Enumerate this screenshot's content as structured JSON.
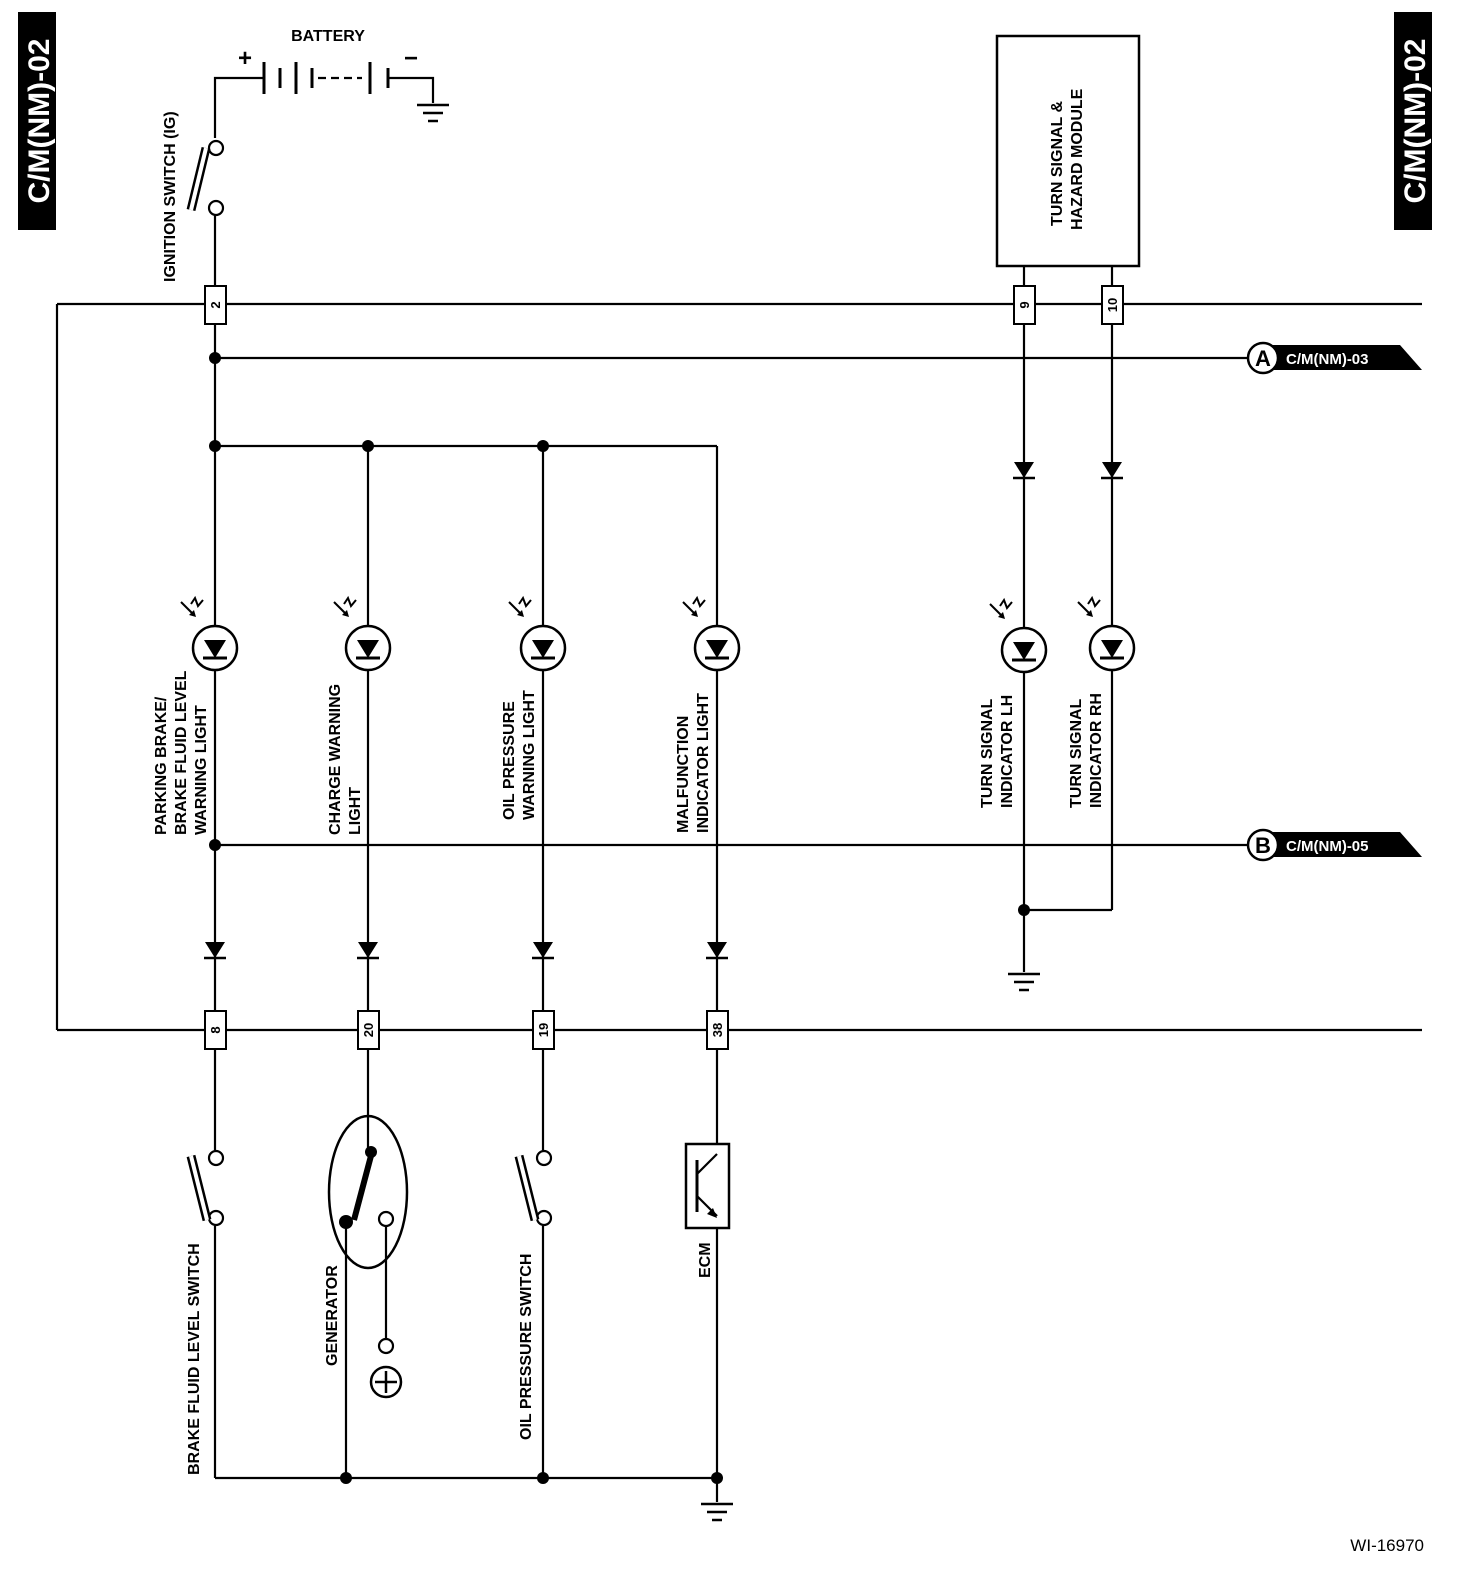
{
  "page_ref": "C/M(NM)-02",
  "figure_id": "WI-16970",
  "components": {
    "battery": "BATTERY",
    "ignition_switch": "IGNITION SWITCH (IG)",
    "turn_module_line1": "TURN SIGNAL &",
    "turn_module_line2": "HAZARD MODULE",
    "parking_brake_line1": "PARKING BRAKE/",
    "parking_brake_line2": "BRAKE FLUID LEVEL",
    "parking_brake_line3": "WARNING LIGHT",
    "charge_line1": "CHARGE WARNING",
    "charge_line2": "LIGHT",
    "oil_line1": "OIL PRESSURE",
    "oil_line2": "WARNING LIGHT",
    "mil_line1": "MALFUNCTION",
    "mil_line2": "INDICATOR LIGHT",
    "turn_lh_line1": "TURN SIGNAL",
    "turn_lh_line2": "INDICATOR LH",
    "turn_rh_line1": "TURN SIGNAL",
    "turn_rh_line2": "INDICATOR RH",
    "brake_fluid_switch": "BRAKE FLUID LEVEL SWITCH",
    "generator": "GENERATOR",
    "oil_pressure_switch": "OIL PRESSURE SWITCH",
    "ecm": "ECM"
  },
  "pins": {
    "ig": "2",
    "turn_lh": "9",
    "turn_rh": "10",
    "brake": "8",
    "generator": "20",
    "oil": "19",
    "ecm": "38"
  },
  "connectors": {
    "a_letter": "A",
    "a_ref": "C/M(NM)-03",
    "b_letter": "B",
    "b_ref": "C/M(NM)-05"
  },
  "colors": {
    "line": "#000000",
    "background": "#ffffff"
  }
}
